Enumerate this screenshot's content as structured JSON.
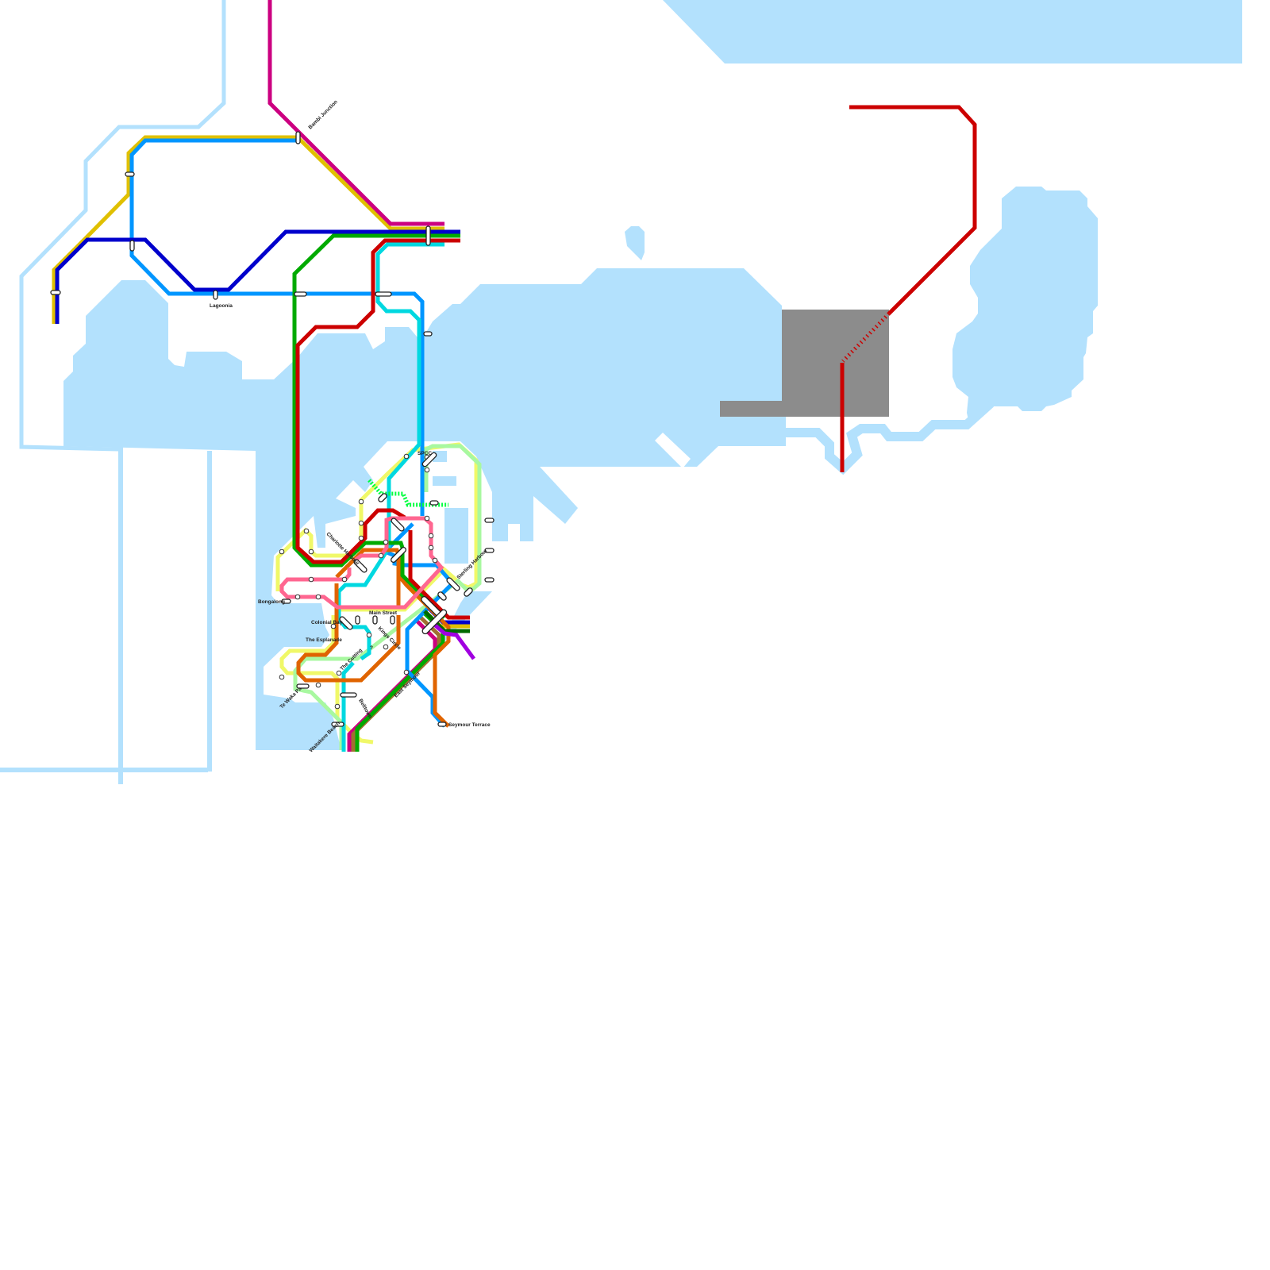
{
  "map": {
    "colors": {
      "water": "#b3e1fd",
      "restricted_area": "#8c8c8c",
      "gold": "#e0c000",
      "blue": "#0096ff",
      "dark_blue": "#0000cc",
      "magenta": "#cc0080",
      "red": "#cc0000",
      "green": "#00aa00",
      "dark_green": "#006a00",
      "cyan": "#00d8e0",
      "pink": "#ff6690",
      "orange": "#e06400",
      "pale_yellow": "#f0f868",
      "pale_green": "#a8f8a0",
      "purple": "#a000e0",
      "brown": "#a07030",
      "lime_dashed": "#00ff40"
    },
    "stations": {
      "bambi_junction": "Bambi Junction",
      "lagoonia": "Lagoonia",
      "spcc": "SPCC",
      "charlotte_harbour": "Charlotte Harbour",
      "sterling_harbour": "Sterling Harbour",
      "bongalong": "Bongalong",
      "colonial_bay": "Colonial Bay",
      "main_street": "Main Street",
      "the_esplanade": "The Esplanade",
      "kings_circle": "Kings Circle",
      "unnamed": "?",
      "the_cutting": "The Cutting",
      "te_waka_pa": "Te Waka Pa",
      "belltown": "Belltown",
      "waitakere_beach": "Waitakere Beach",
      "east_seymour": "East Seymour",
      "seymour_terrace": "Seymour Terrace"
    }
  }
}
